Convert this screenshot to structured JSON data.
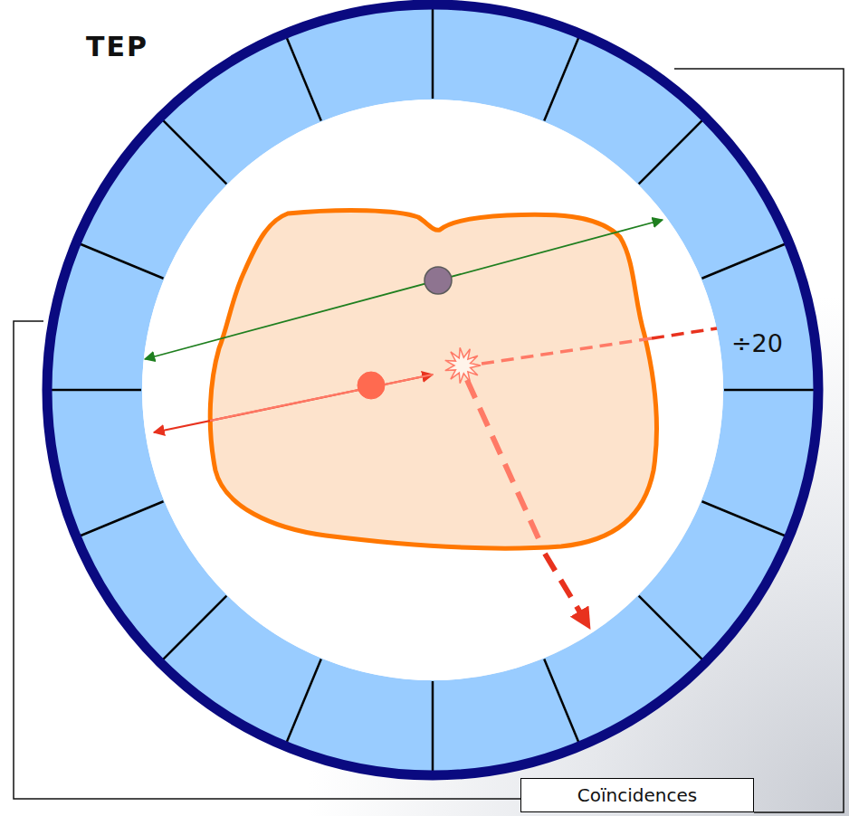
{
  "diagram": {
    "title": "TEP",
    "nodes": [
      {
        "text": [
          "Coïncidences"
        ]
      }
    ],
    "labels": [
      "÷20"
    ]
  }
}
